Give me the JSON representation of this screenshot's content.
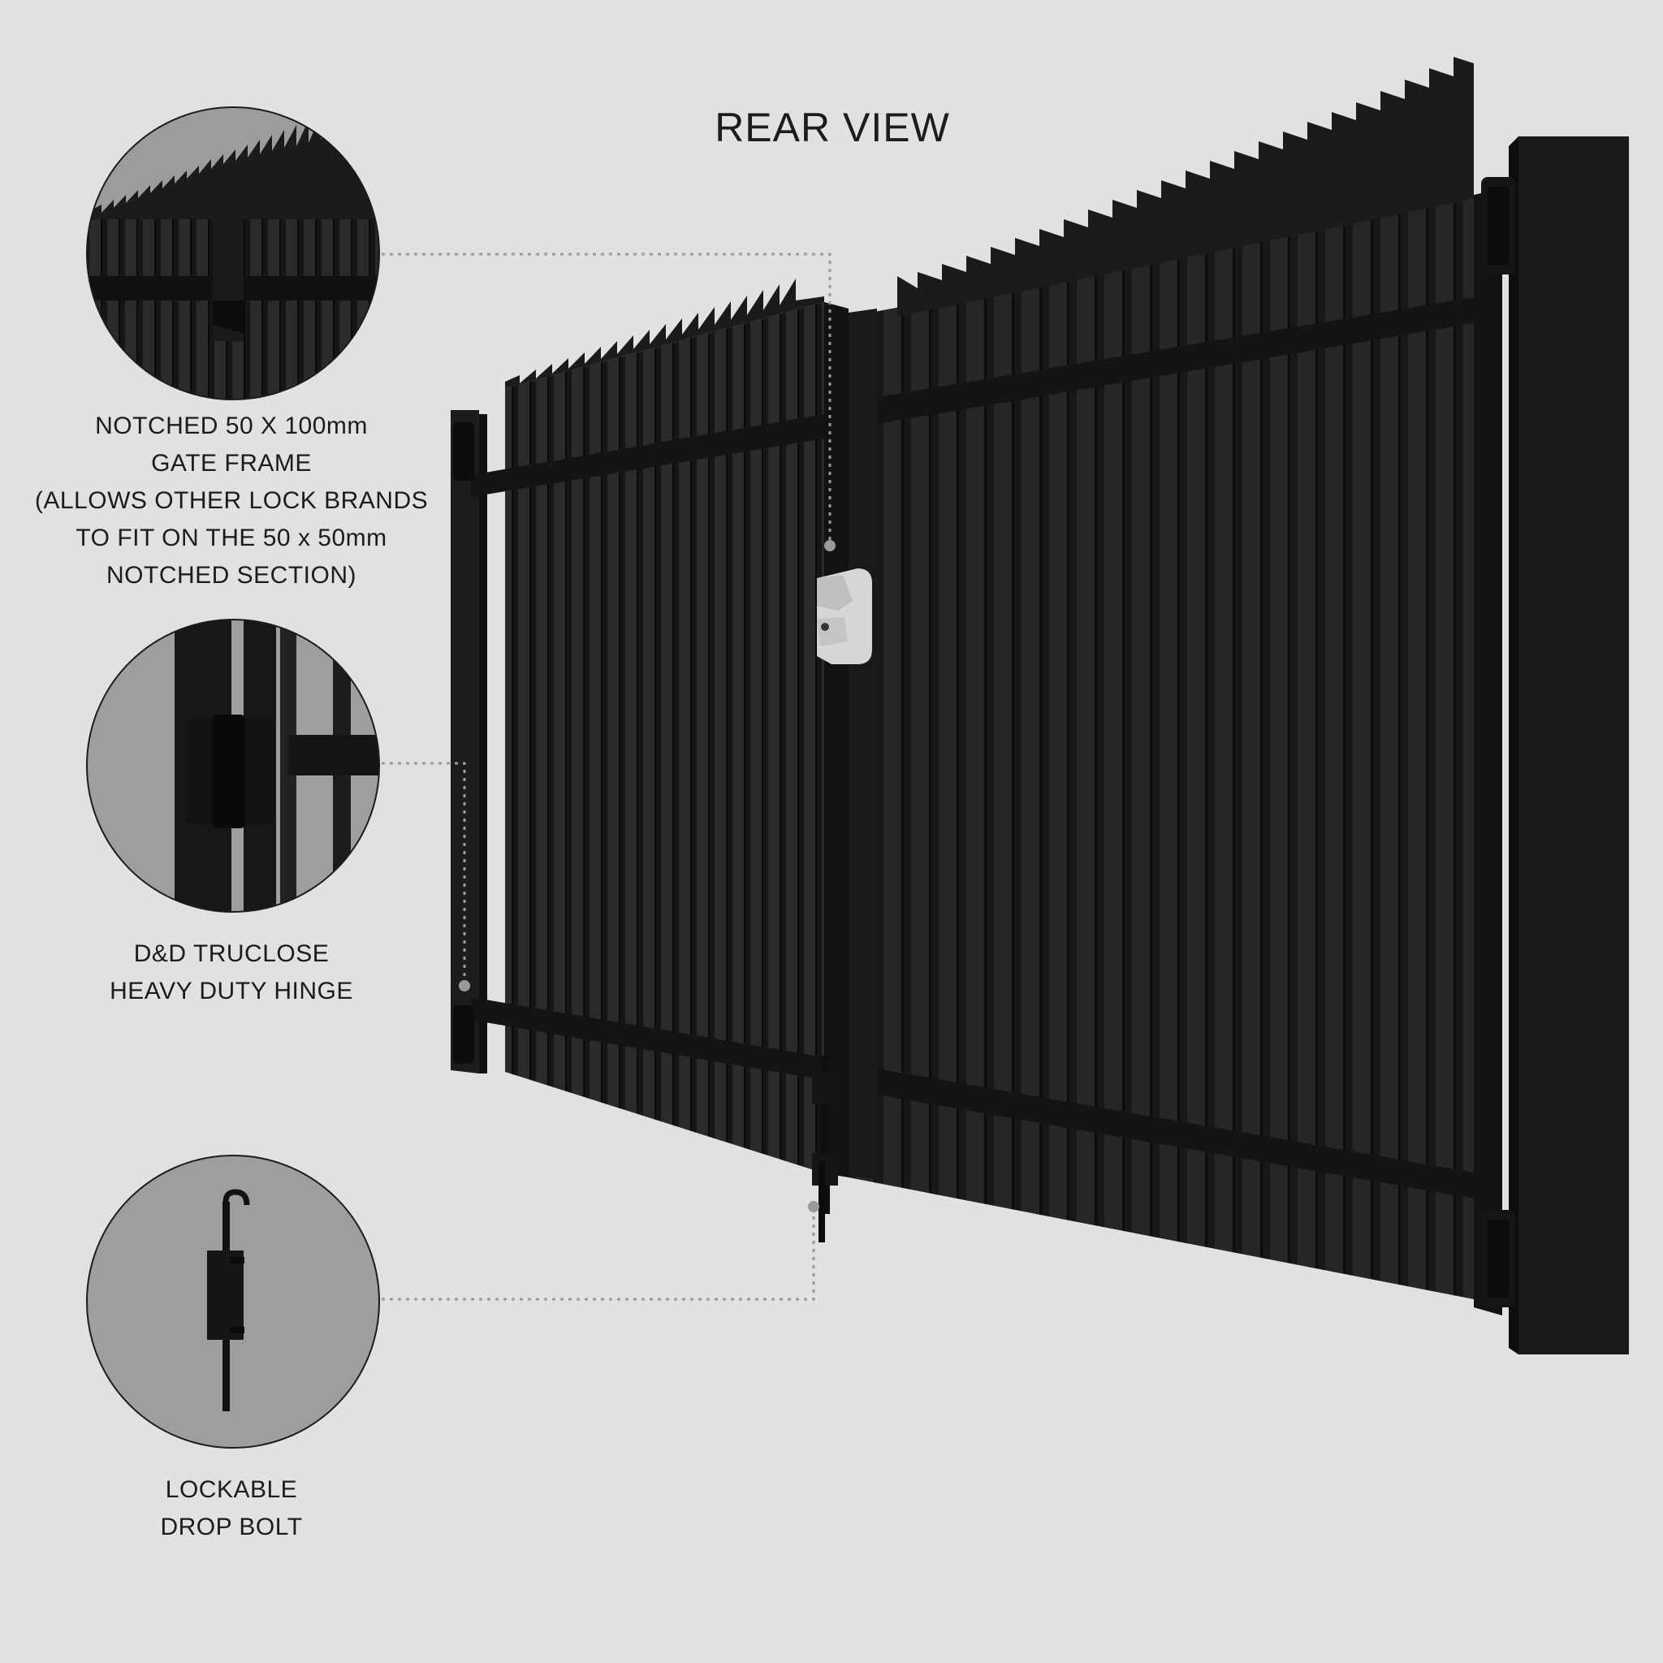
{
  "title": "REAR VIEW",
  "callouts": [
    {
      "name": "notched-frame",
      "lines": [
        "NOTCHED 50 X 100mm",
        "GATE FRAME",
        "(ALLOWS OTHER LOCK BRANDS",
        "TO FIT ON THE 50 x 50mm",
        "NOTCHED SECTION)"
      ]
    },
    {
      "name": "hinge",
      "lines": [
        "D&D TRUCLOSE",
        "HEAVY DUTY HINGE"
      ]
    },
    {
      "name": "drop-bolt",
      "lines": [
        "LOCKABLE",
        "DROP BOLT"
      ]
    }
  ],
  "colors": {
    "background": "#e1e1e1",
    "gate_metal": "#1f1f1f",
    "latch": "#d6d6d6",
    "leader_line": "#9a9a9a",
    "detail_bg": "#9e9e9e"
  }
}
